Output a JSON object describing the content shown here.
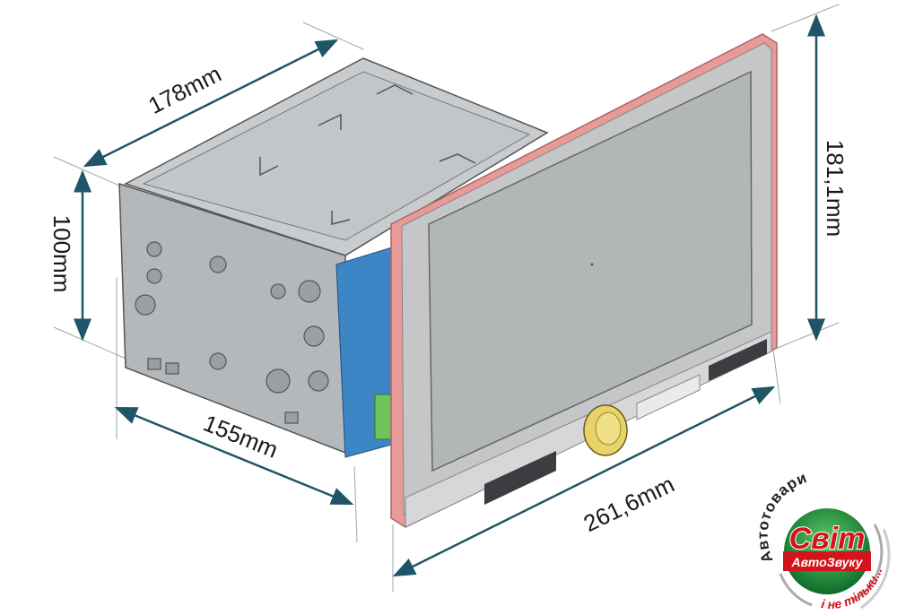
{
  "dimensions": {
    "depth_top": "178mm",
    "height_body": "100mm",
    "depth_bottom": "155mm",
    "screen_height": "181,1mm",
    "screen_width": "261,6mm"
  },
  "logo": {
    "arc_top": "Автотовари",
    "main": "Світ",
    "sub": "АвтоЗвуку",
    "arc_bottom": "і не тільки..."
  },
  "colors": {
    "dimension_line": "#1f5566",
    "screen_frame": "#e79a98",
    "knob": "#e8d36a",
    "logo_green": "#1e8f3e",
    "logo_red": "#d4141c"
  }
}
